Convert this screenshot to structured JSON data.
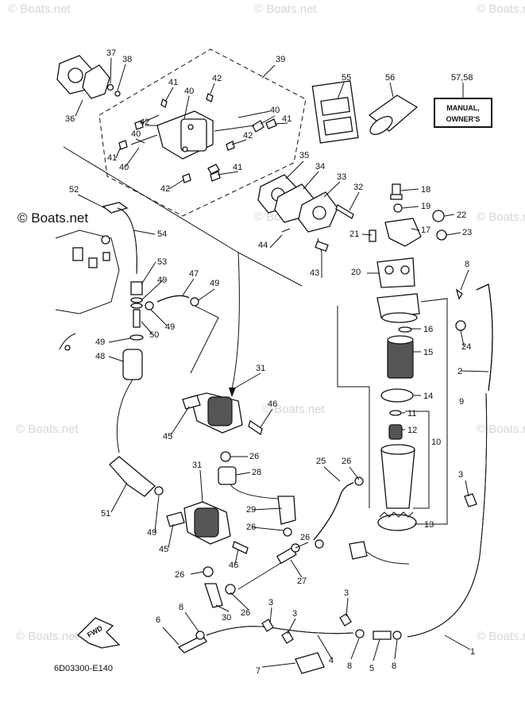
{
  "diagram": {
    "code": "6D03300-E140",
    "fwd_label": "FWD",
    "manual_label_line1": "MANUAL,",
    "manual_label_line2": "OWNER'S",
    "watermarks": [
      "© Boats.net",
      "© Boats.net",
      "© Boats.net",
      "© Boats.net",
      "© Boats.net",
      "© Boats.net",
      "© Boats.net",
      "© Boats.net",
      "© Boats.net",
      "© Boats.net"
    ],
    "callouts": [
      "37",
      "38",
      "39",
      "36",
      "41",
      "42",
      "40",
      "42",
      "40",
      "41",
      "42",
      "40",
      "41",
      "40",
      "42",
      "41",
      "42",
      "55",
      "56",
      "57,58",
      "35",
      "34",
      "33",
      "32",
      "18",
      "19",
      "22",
      "52",
      "44",
      "21",
      "17",
      "23",
      "54",
      "43",
      "20",
      "8",
      "53",
      "47",
      "49",
      "49",
      "49",
      "50",
      "49",
      "48",
      "16",
      "24",
      "15",
      "2",
      "31",
      "46",
      "14",
      "9",
      "45",
      "11",
      "12",
      "10",
      "26",
      "28",
      "25",
      "26",
      "3",
      "51",
      "49",
      "31",
      "29",
      "26",
      "45",
      "46",
      "26",
      "27",
      "13",
      "26",
      "30",
      "26",
      "3",
      "3",
      "3",
      "6",
      "8",
      "1",
      "8",
      "5",
      "8",
      "7",
      "4"
    ]
  }
}
